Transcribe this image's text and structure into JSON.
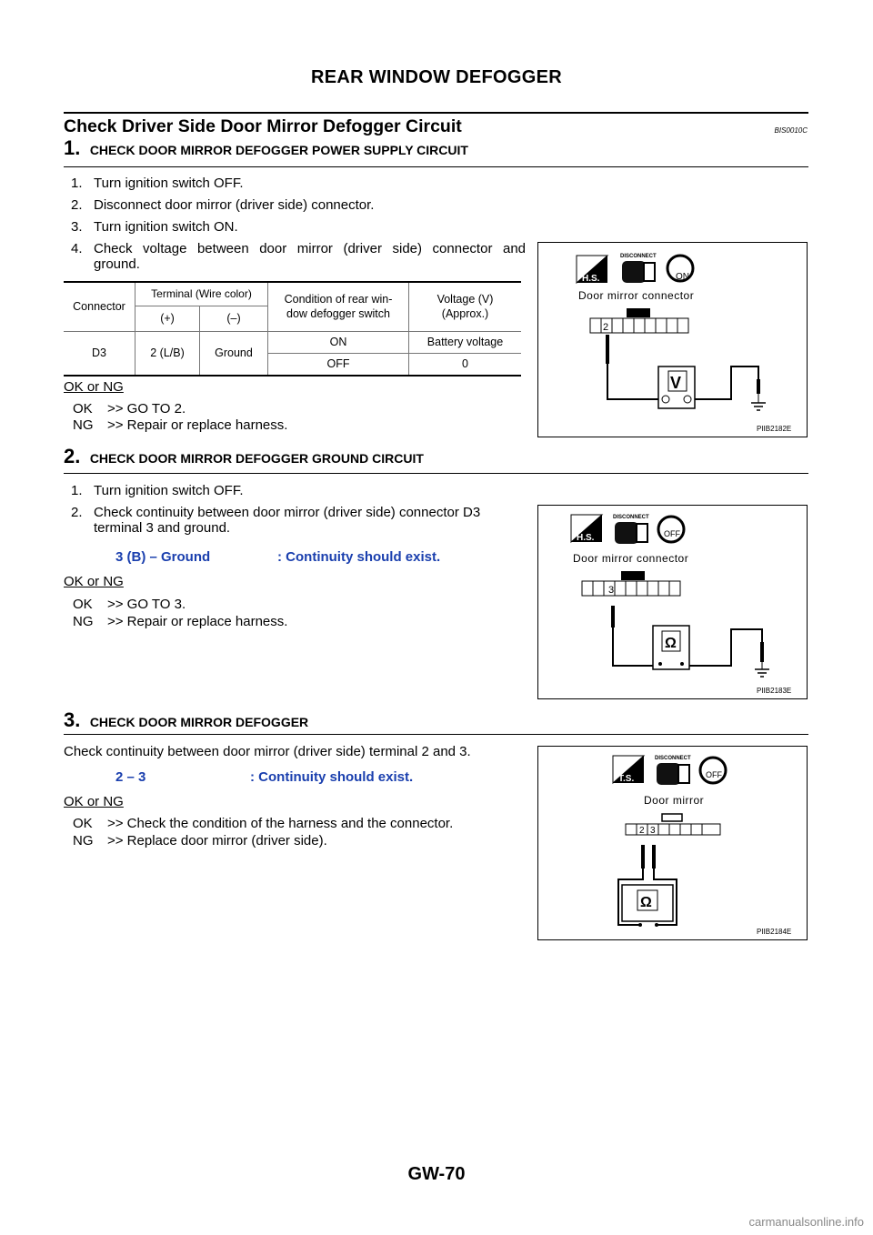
{
  "header": {
    "title": "REAR WINDOW DEFOGGER"
  },
  "section": {
    "title": "Check Driver Side Door Mirror Defogger Circuit",
    "code": "BIS0010C"
  },
  "steps": [
    {
      "number": "1.",
      "heading": "CHECK DOOR MIRROR DEFOGGER POWER SUPPLY CIRCUIT",
      "items": [
        {
          "n": "1.",
          "text": "Turn ignition switch OFF."
        },
        {
          "n": "2.",
          "text": "Disconnect door mirror (driver side) connector."
        },
        {
          "n": "3.",
          "text": "Turn ignition switch ON."
        },
        {
          "n": "4.",
          "text": "Check voltage between door mirror (driver side) connector and",
          "text2": "ground."
        }
      ],
      "table": {
        "h_connector": "Connector",
        "h_terminal": "Terminal (Wire color)",
        "h_plus": "(+)",
        "h_minus": "(–)",
        "h_condition_1": "Condition of rear win-",
        "h_condition_2": "dow defogger switch",
        "h_voltage_1": "Voltage (V)",
        "h_voltage_2": "(Approx.)",
        "connector": "D3",
        "plus": "2 (L/B)",
        "minus": "Ground",
        "rows": [
          {
            "condition": "ON",
            "voltage": "Battery voltage"
          },
          {
            "condition": "OFF",
            "voltage": "0"
          }
        ]
      },
      "okng": "OK or NG",
      "ok": {
        "key": "OK",
        "text": ">> GO TO 2."
      },
      "ng": {
        "key": "NG",
        "text": ">> Repair or replace harness."
      },
      "figure": {
        "disconnect": "DISCONNECT",
        "hs": "H.S.",
        "sw": "ON",
        "label": "Door mirror connector",
        "pin": "2",
        "meter": "V",
        "id": "PIIB2182E"
      }
    },
    {
      "number": "2.",
      "heading": "CHECK DOOR MIRROR DEFOGGER GROUND CIRCUIT",
      "items": [
        {
          "n": "1.",
          "text": "Turn ignition switch OFF."
        },
        {
          "n": "2.",
          "text": "Check continuity between door mirror (driver side) connector D3",
          "text2": "terminal 3 and ground."
        }
      ],
      "spec_left": "3 (B) – Ground",
      "spec_right": ": Continuity should exist.",
      "okng": "OK or NG",
      "ok": {
        "key": "OK",
        "text": ">> GO TO 3."
      },
      "ng": {
        "key": "NG",
        "text": ">> Repair or replace harness."
      },
      "figure": {
        "disconnect": "DISCONNECT",
        "hs": "H.S.",
        "sw": "OFF",
        "label": "Door mirror connector",
        "pin": "3",
        "meter": "Ω",
        "id": "PIIB2183E"
      }
    },
    {
      "number": "3.",
      "heading": "CHECK DOOR MIRROR DEFOGGER",
      "text": "Check continuity between door mirror (driver side) terminal 2 and 3.",
      "spec_left": "2 – 3",
      "spec_right": ": Continuity should exist.",
      "okng": "OK or NG",
      "ok": {
        "key": "OK",
        "text": ">> Check the condition of the harness and the connector."
      },
      "ng": {
        "key": "NG",
        "text": ">> Replace door mirror (driver side)."
      },
      "figure": {
        "disconnect": "DISCONNECT",
        "ts": "T.S.",
        "sw": "OFF",
        "label": "Door mirror",
        "pin_a": "2",
        "pin_b": "3",
        "meter": "Ω",
        "id": "PIIB2184E"
      }
    }
  ],
  "footer": {
    "page": "GW-70"
  },
  "watermark": "carmanualsonline.info"
}
